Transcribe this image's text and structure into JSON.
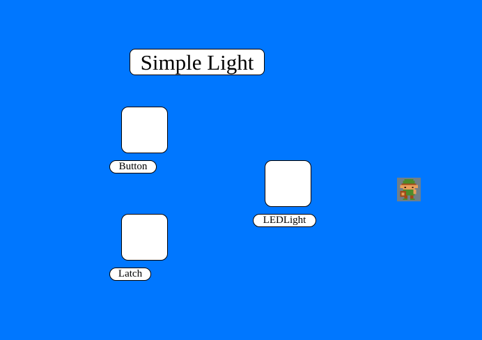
{
  "title": "Simple Light",
  "components": {
    "button": {
      "label": "Button"
    },
    "latch": {
      "label": "Latch"
    },
    "led": {
      "label": "LEDLight"
    }
  },
  "sprite": {
    "icon": "pixel-character-icon"
  },
  "colors": {
    "background": "#0077ff",
    "box": "#ffffff",
    "border": "#000000"
  }
}
